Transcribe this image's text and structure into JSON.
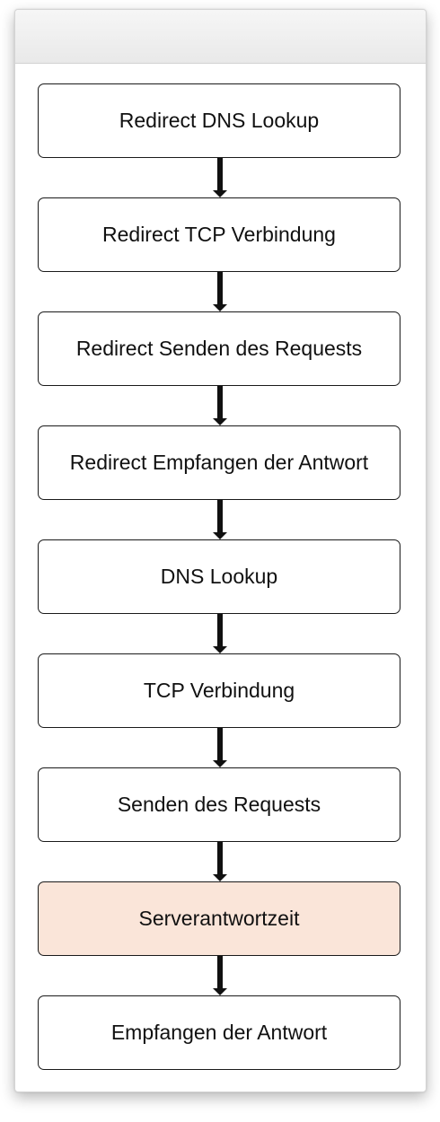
{
  "diagram": {
    "steps": [
      {
        "label": "Redirect DNS Lookup",
        "fill": "#ffffff"
      },
      {
        "label": "Redirect TCP Verbindung",
        "fill": "#ffffff"
      },
      {
        "label": "Redirect Senden des Requests",
        "fill": "#ffffff"
      },
      {
        "label": "Redirect Empfangen der Antwort",
        "fill": "#ffffff"
      },
      {
        "label": "DNS Lookup",
        "fill": "#ffffff"
      },
      {
        "label": "TCP Verbindung",
        "fill": "#ffffff"
      },
      {
        "label": "Senden des Requests",
        "fill": "#ffffff"
      },
      {
        "label": "Serverantwortzeit",
        "fill": "#fae5d9"
      },
      {
        "label": "Empfangen der Antwort",
        "fill": "#ffffff"
      }
    ]
  }
}
